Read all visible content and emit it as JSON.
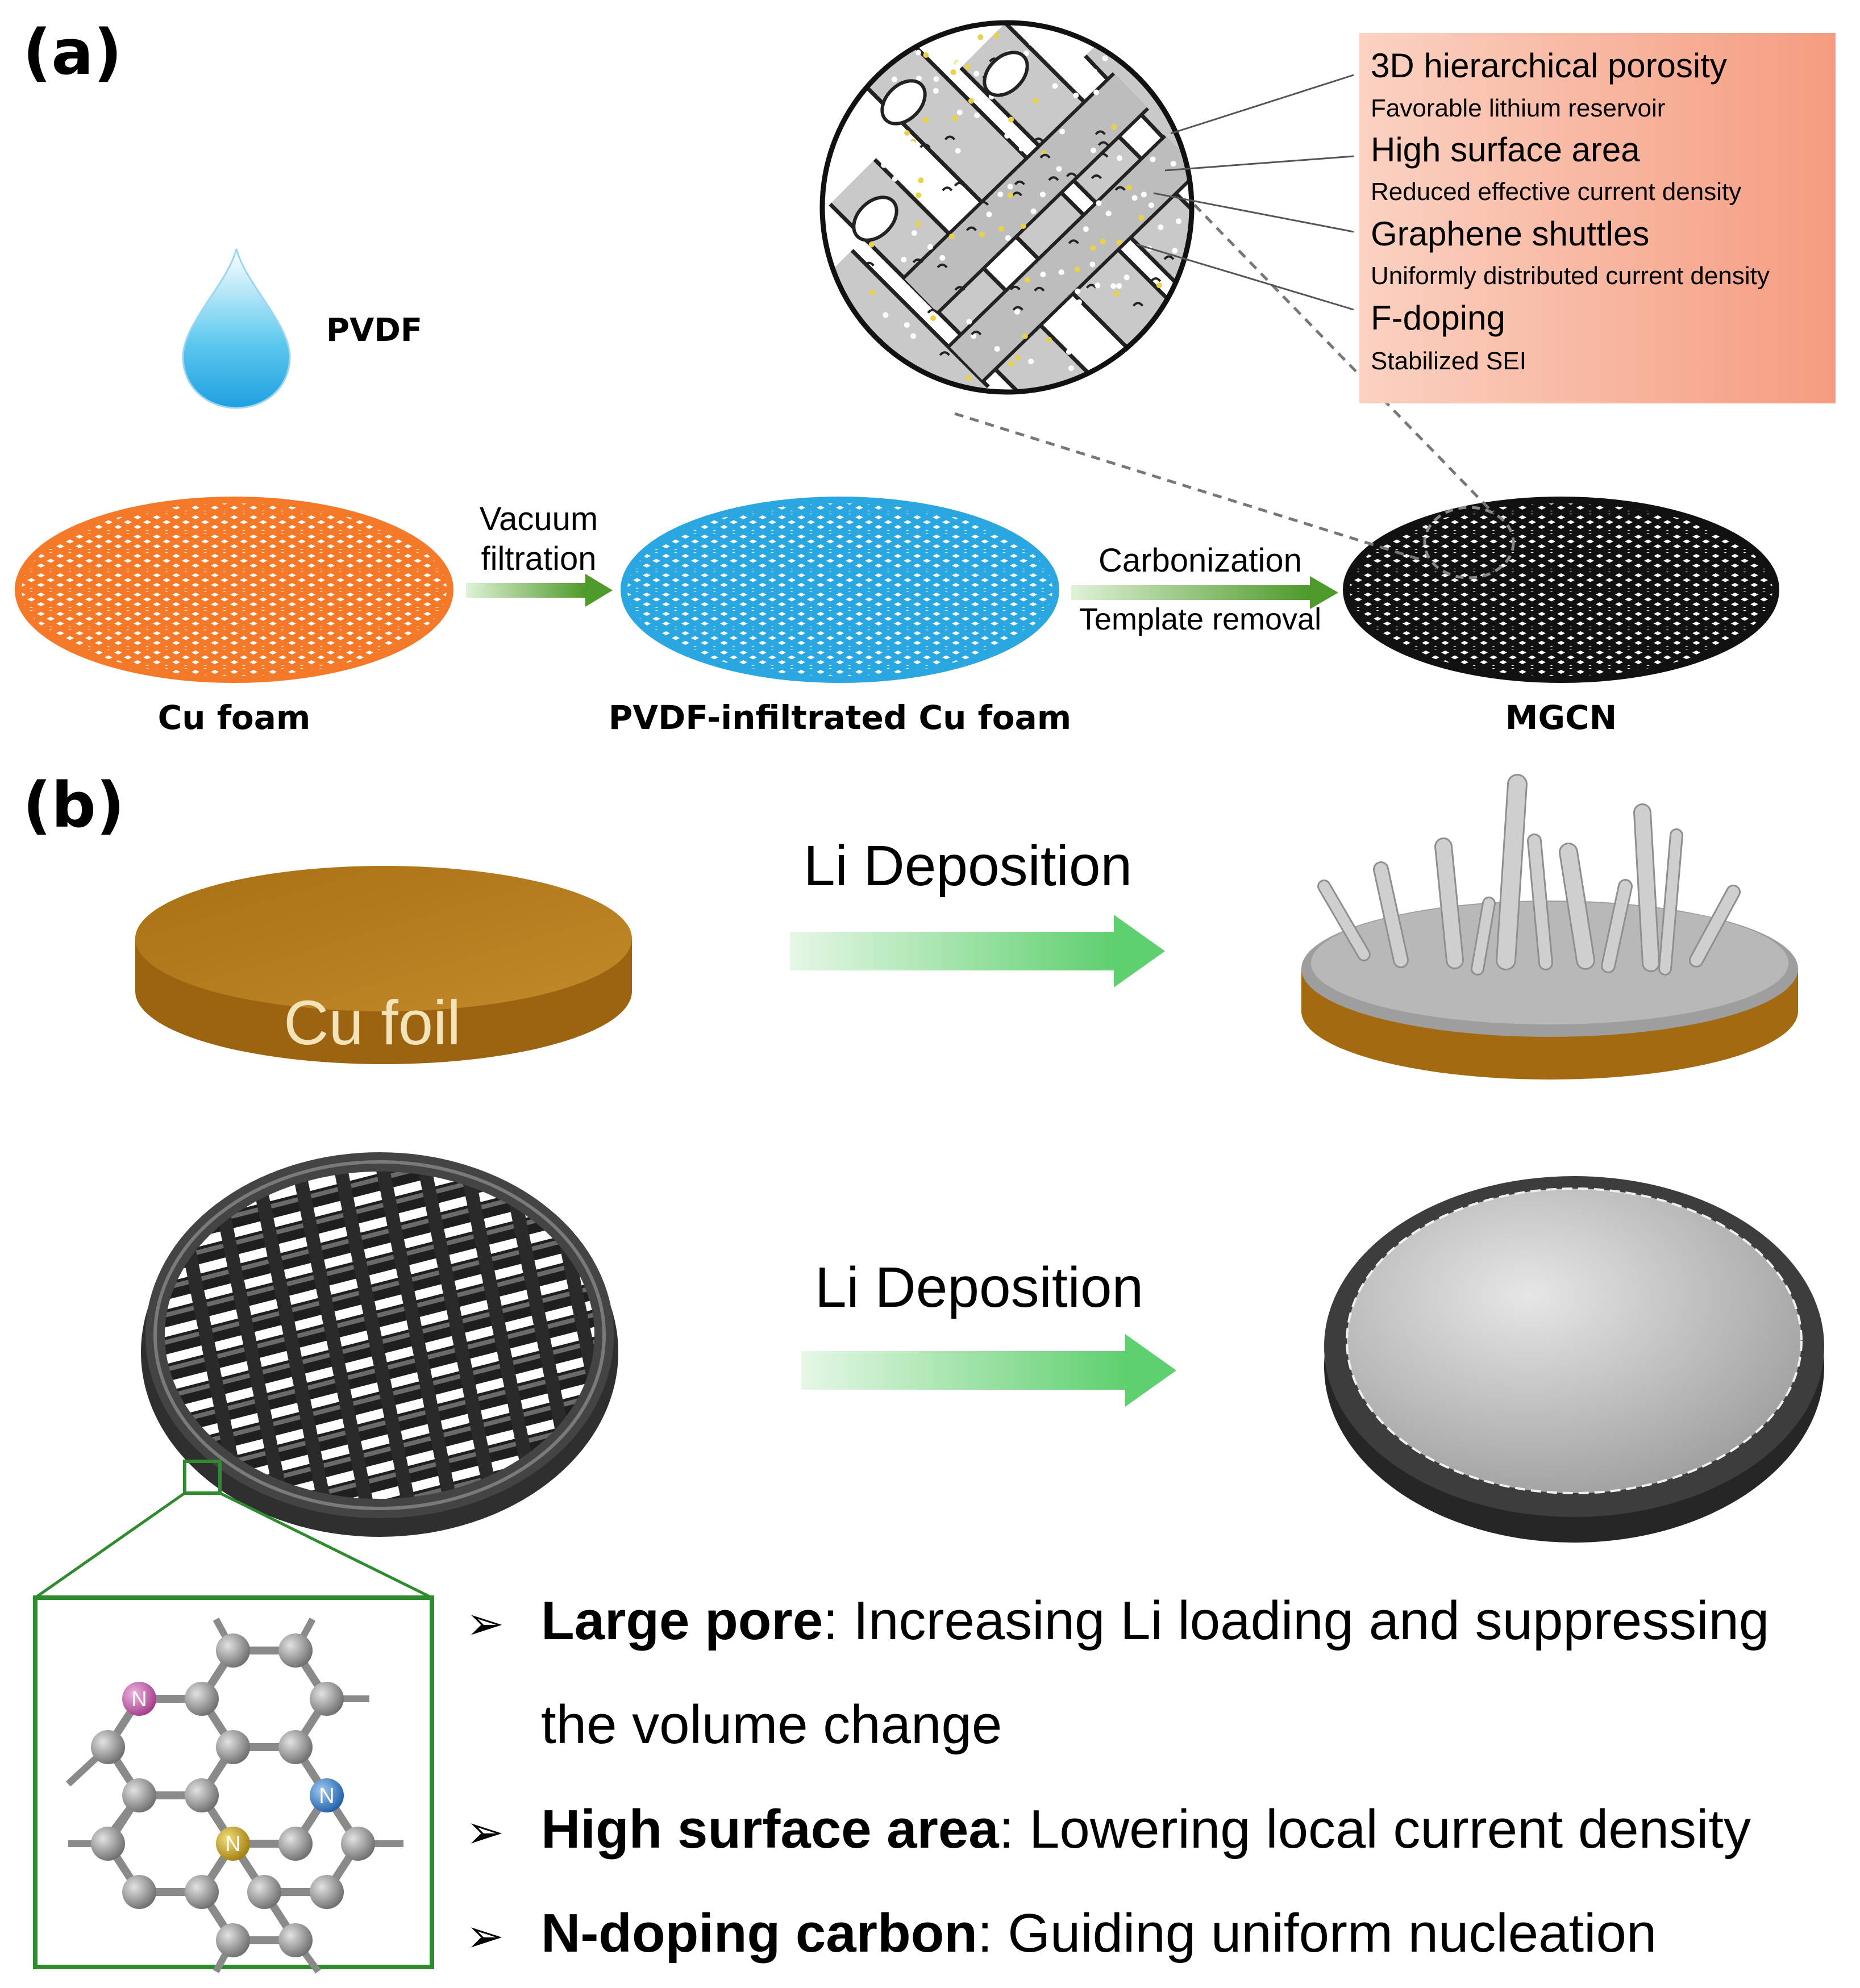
{
  "panel_a": {
    "label": "(a)",
    "pvdf": "PVDF",
    "cu_foam": "Cu foam",
    "pvdf_cu_foam": "PVDF-infiltrated Cu foam",
    "mgcn": "MGCN",
    "step1_line1": "Vacuum",
    "step1_line2": "filtration",
    "step2_line1": "Carbonization",
    "step2_line2": "Template removal",
    "features": [
      {
        "title": "3D hierarchical porosity",
        "desc": "Favorable lithium reservoir"
      },
      {
        "title": "High surface area",
        "desc": "Reduced effective current density"
      },
      {
        "title": "Graphene shuttles",
        "desc": "Uniformly distributed current density"
      },
      {
        "title": "F-doping",
        "desc": "Stabilized SEI"
      }
    ],
    "colors": {
      "cu_foam": "#f47a2a",
      "pvdf_foam": "#2aa6e0",
      "mgcn": "#111111",
      "feature_box": "#f6a78d"
    }
  },
  "panel_b": {
    "label": "(b)",
    "cu_foil": "Cu foil",
    "li_deposition_1": "Li Deposition",
    "li_deposition_2": "Li Deposition",
    "atom_n1": "N",
    "atom_n2": "N",
    "atom_n3": "N",
    "bullets": [
      {
        "bold": "Large pore",
        "rest": ": Increasing Li loading and suppressing",
        "cont": "the volume change"
      },
      {
        "bold": "High surface area",
        "rest": ": Lowering local current density"
      },
      {
        "bold": "N-doping carbon",
        "rest": ": Guiding uniform nucleation"
      }
    ],
    "bullet_symbol": "➢",
    "colors": {
      "cu_foil": "#b27a1c",
      "arrow": "#6fcf7f",
      "inset_box": "#2e8b2e"
    }
  }
}
